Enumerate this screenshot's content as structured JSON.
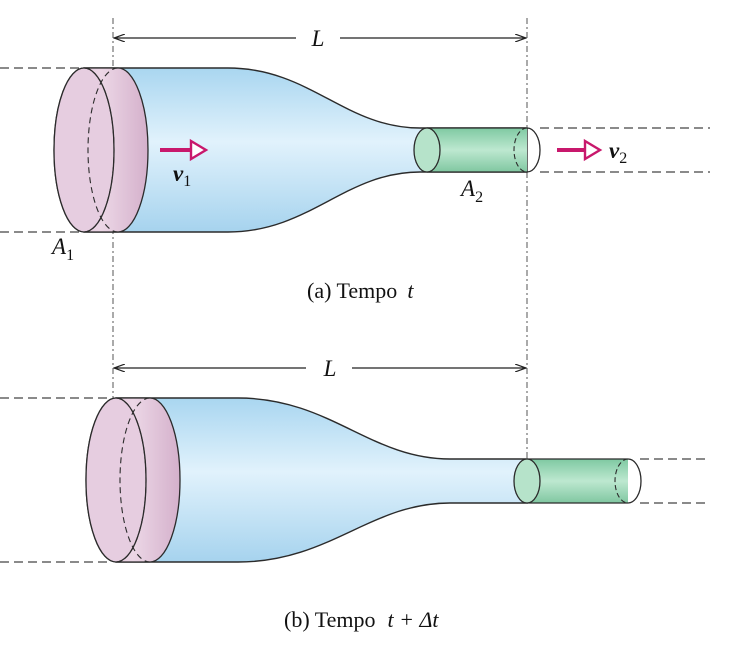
{
  "panel_a": {
    "caption_prefix": "(a) Tempo",
    "caption_var": "t",
    "length_label": "L",
    "area_1_symbol": "A",
    "area_1_sub": "1",
    "area_2_symbol": "A",
    "area_2_sub": "2",
    "velocity_1_symbol": "v",
    "velocity_1_sub": "1",
    "velocity_2_symbol": "v",
    "velocity_2_sub": "2"
  },
  "panel_b": {
    "caption_prefix": "(b) Tempo",
    "caption_var": "t + Δt",
    "length_label": "L"
  },
  "colors": {
    "fluid": "#cfe9f8",
    "fluid_edge": "#2b2b2b",
    "disk_fill": "#e2c6dc",
    "disk_edge": "#7a4f70",
    "slug_fill": "#a8dcc0",
    "slug_edge": "#2d5e44",
    "arrow": "#c8186c"
  }
}
